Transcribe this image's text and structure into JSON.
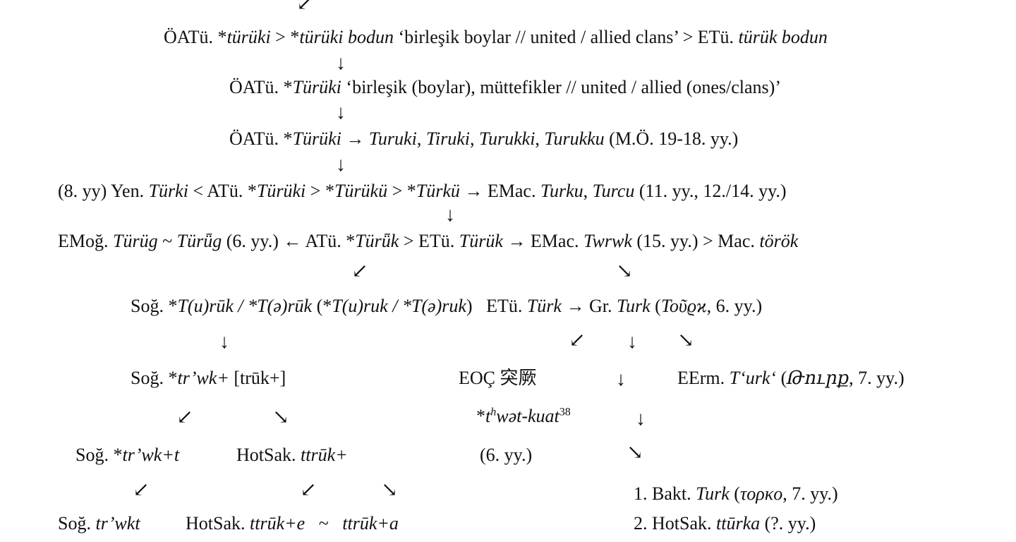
{
  "blocks": [
    {
      "id": "line-1",
      "segments": [
        {
          "t": "ÖATü. *"
        },
        {
          "t": "türüki",
          "i": true
        },
        {
          "t": " > *"
        },
        {
          "t": "türüki bodun",
          "i": true
        },
        {
          "t": " ‘birleşik boylar // united / allied clans’ > ETü. "
        },
        {
          "t": "türük bodun",
          "i": true
        }
      ]
    },
    {
      "id": "line-2",
      "segments": [
        {
          "t": "ÖATü. *"
        },
        {
          "t": "Türüki",
          "i": true
        },
        {
          "t": " ‘birleşik (boylar), müttefikler // united / allied (ones/clans)’"
        }
      ]
    },
    {
      "id": "line-3",
      "segments": [
        {
          "t": "ÖATü. *"
        },
        {
          "t": "Türüki",
          "i": true
        },
        {
          "t": " → "
        },
        {
          "t": "Turuki",
          "i": true
        },
        {
          "t": ", "
        },
        {
          "t": "Tiruki",
          "i": true
        },
        {
          "t": ", "
        },
        {
          "t": "Turukki",
          "i": true
        },
        {
          "t": ", "
        },
        {
          "t": "Turukku",
          "i": true
        },
        {
          "t": " (M.Ö. 19-18. yy.)"
        }
      ]
    },
    {
      "id": "line-4",
      "segments": [
        {
          "t": "(8. yy) Yen. "
        },
        {
          "t": "Türki",
          "i": true
        },
        {
          "t": " < ATü. *"
        },
        {
          "t": "Türüki",
          "i": true
        },
        {
          "t": " > *"
        },
        {
          "t": "Türükü",
          "i": true
        },
        {
          "t": " > *"
        },
        {
          "t": "Türkü",
          "i": true
        },
        {
          "t": " → EMac. "
        },
        {
          "t": "Turku",
          "i": true
        },
        {
          "t": ", "
        },
        {
          "t": "Turcu",
          "i": true
        },
        {
          "t": " (11. yy., 12./14. yy.)"
        }
      ]
    },
    {
      "id": "line-5",
      "segments": [
        {
          "t": "EMoğ. "
        },
        {
          "t": "Türüg",
          "i": true
        },
        {
          "t": " ~ "
        },
        {
          "t": "Türǖg",
          "i": true
        },
        {
          "t": " (6. yy.) ← ATü. *"
        },
        {
          "t": "Türǖk",
          "i": true
        },
        {
          "t": " > ETü. "
        },
        {
          "t": "Türük",
          "i": true
        },
        {
          "t": " → EMac. "
        },
        {
          "t": "Twrwk",
          "i": true
        },
        {
          "t": " (15. yy.) > Mac. "
        },
        {
          "t": "török",
          "i": true
        }
      ]
    },
    {
      "id": "line-6",
      "segments": [
        {
          "t": "Soğ. *"
        },
        {
          "t": "T(u)rūk / *T(ə)rūk",
          "i": true
        },
        {
          "t": " (*"
        },
        {
          "t": "T(u)ruk / *T(ə)ruk",
          "i": true
        },
        {
          "t": ")   ETü. "
        },
        {
          "t": "Türk",
          "i": true
        },
        {
          "t": " → Gr. "
        },
        {
          "t": "Turk",
          "i": true
        },
        {
          "t": " ("
        },
        {
          "t": "Toῦϱϰ",
          "i": true
        },
        {
          "t": ", 6. yy.)"
        }
      ]
    },
    {
      "id": "sogd-trwk",
      "segments": [
        {
          "t": "Soğ. *"
        },
        {
          "t": "tr’wk+",
          "i": true
        },
        {
          "t": " [trūk+]"
        }
      ]
    },
    {
      "id": "chinese-form",
      "segments": [
        {
          "t": "EOÇ 突厥"
        }
      ]
    },
    {
      "id": "armenian-form",
      "segments": [
        {
          "t": "EErm. "
        },
        {
          "t": "T‘urk‘",
          "i": true
        },
        {
          "t": " ("
        },
        {
          "t": "Թուրք",
          "i": true
        },
        {
          "t": ", 7. yy.)"
        }
      ]
    },
    {
      "id": "chinese-reconstruction",
      "segments": [
        {
          "t": "*"
        },
        {
          "t": "t",
          "i": true
        },
        {
          "t": "h",
          "i": true,
          "sup": true
        },
        {
          "t": "wət-kuat",
          "i": true
        },
        {
          "t": "38",
          "sup": true
        }
      ]
    },
    {
      "id": "sogd-trwkt-plus",
      "segments": [
        {
          "t": "Soğ. *"
        },
        {
          "t": "tr’wk+t",
          "i": true
        }
      ]
    },
    {
      "id": "khotan-ttruk",
      "segments": [
        {
          "t": "HotSak. "
        },
        {
          "t": "ttrūk+",
          "i": true
        }
      ]
    },
    {
      "id": "chinese-date",
      "segments": [
        {
          "t": "(6. yy.)"
        }
      ]
    },
    {
      "id": "bactrian-form",
      "segments": [
        {
          "t": "1. Bakt. "
        },
        {
          "t": "Turk",
          "i": true
        },
        {
          "t": " ("
        },
        {
          "t": "τορκο",
          "i": true
        },
        {
          "t": ", 7. yy.)"
        }
      ]
    },
    {
      "id": "sogd-trwkt",
      "segments": [
        {
          "t": "Soğ. "
        },
        {
          "t": "tr’wkt",
          "i": true
        }
      ]
    },
    {
      "id": "khotan-variants",
      "segments": [
        {
          "t": "HotSak. "
        },
        {
          "t": "ttrūk+e",
          "i": true
        },
        {
          "t": "   ~   "
        },
        {
          "t": "ttrūk+a",
          "i": true
        }
      ]
    },
    {
      "id": "khotan-ttyrka",
      "segments": [
        {
          "t": "2. HotSak. "
        },
        {
          "t": "ttūrka",
          "i": true
        },
        {
          "t": " (?. yy.)"
        }
      ]
    }
  ],
  "arrows": [
    "↙",
    "↓",
    "↓",
    "↓",
    "↓",
    "↙",
    "↘",
    "↓",
    "↙",
    "↓",
    "↘",
    "↓",
    "↙",
    "↘",
    "↓",
    "↘",
    "↙",
    "↙",
    "↘"
  ]
}
